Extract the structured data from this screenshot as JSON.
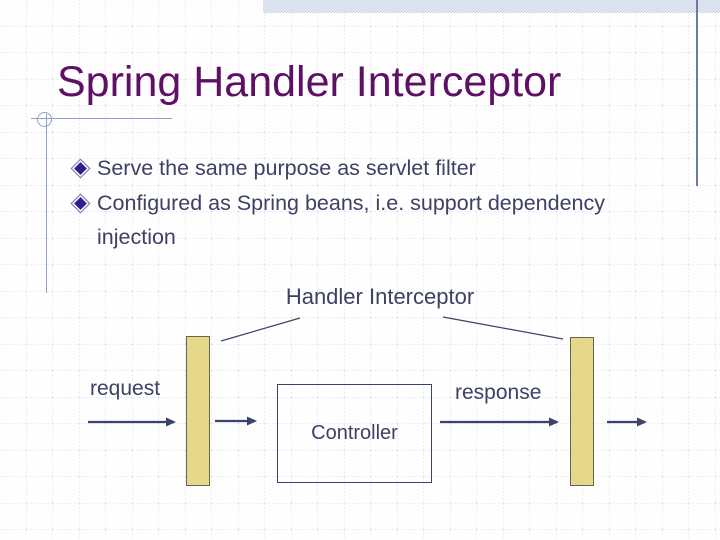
{
  "slide": {
    "title": "Spring Handler Interceptor",
    "bullets": [
      "Serve the same purpose as servlet filter",
      "Configured as Spring beans, i.e. support dependency injection"
    ],
    "bullet_icon": "diamond-bullet-icon",
    "diagram": {
      "label": "Handler Interceptor",
      "request_label": "request",
      "response_label": "response",
      "controller_label": "Controller"
    },
    "colors": {
      "title_color": "#5E1065",
      "body_text": "#3E4163",
      "diagram_line": "#3A4468",
      "bar_fill": "#E5D88A",
      "bar_border": "#66664E",
      "bullet_inner": "#2E1F8C",
      "bullet_outer": "#8673B5",
      "accent_line": "#8FA3C0",
      "right_line": "#6B7C9E",
      "top_bar": "#C8D3E6",
      "grid_line": "#CDD2DF"
    }
  }
}
